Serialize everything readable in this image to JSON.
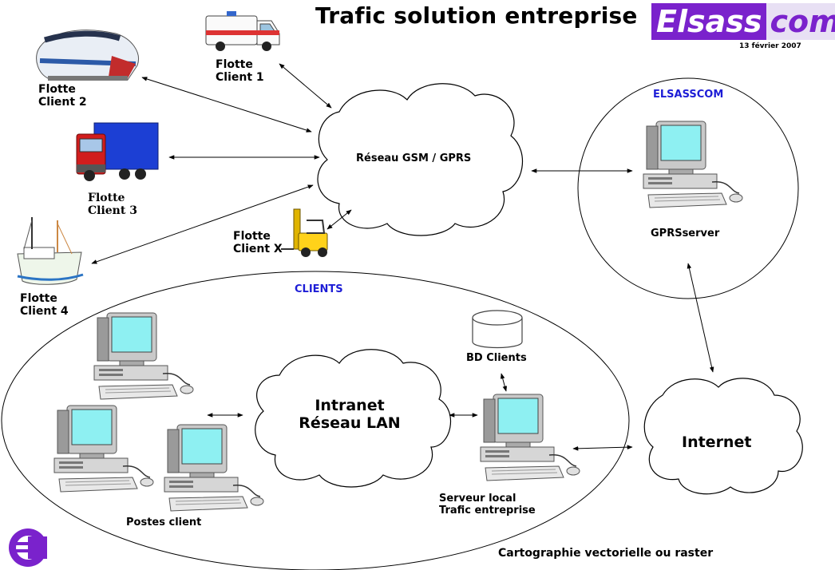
{
  "header": {
    "title": "Trafic solution entreprise",
    "brand_part1": "Elsass",
    "brand_part2": "com",
    "date": "13 février 2007"
  },
  "fleet": {
    "client1": "Flotte\nClient 1",
    "client2": "Flotte\nClient 2",
    "client3": "Flotte\nClient 3",
    "client4": "Flotte\nClient 4",
    "clientx": "Flotte\nClient X"
  },
  "network": {
    "gsm_label": "Réseau GSM / GPRS",
    "intranet_label": "Intranet\nRéseau LAN",
    "internet_label": "Internet"
  },
  "elsasscom_zone": {
    "title": "ELSASSCOM",
    "server_label": "GPRSserver"
  },
  "clients_zone": {
    "title": "CLIENTS",
    "db_label": "BD Clients",
    "workstations_label": "Postes client",
    "local_server_label": "Serveur local\nTrafic entreprise"
  },
  "footer": {
    "caption": "Cartographie vectorielle ou raster"
  },
  "colors": {
    "brand": "#7a22cc",
    "zone_title": "#1d1dd6",
    "monitor_screen": "#8ef0f2"
  }
}
